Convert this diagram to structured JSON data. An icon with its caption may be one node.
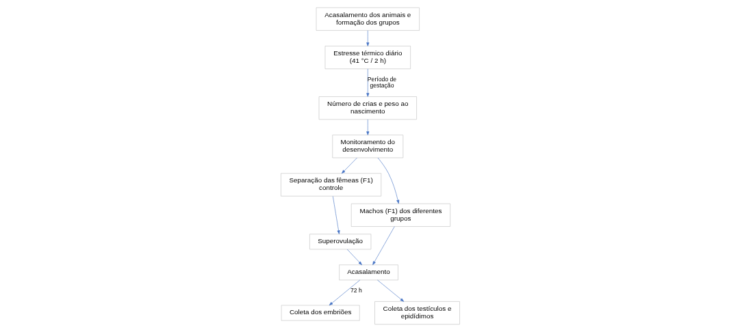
{
  "diagram": {
    "nodes": [
      {
        "text": [
          "Acasalamento dos animais e formação dos grupos"
        ]
      },
      {
        "text": [
          "Estresse térmico diário (41 °C / 2 h)"
        ]
      },
      {
        "text": [
          "Número de crias e peso ao nascimento"
        ]
      },
      {
        "text": [
          "Monitoramento do desenvolvimento"
        ]
      },
      {
        "text": [
          "Separação das fêmeas (F1) controle"
        ]
      },
      {
        "text": [
          "Superovulação"
        ]
      },
      {
        "text": [
          "Machos (F1) dos diferentes grupos"
        ]
      },
      {
        "text": [
          "Acasalamento"
        ]
      },
      {
        "text": [
          "Coleta dos embriões"
        ]
      },
      {
        "text": [
          "Coleta dos testículos e epidídimos"
        ]
      }
    ],
    "edges": [
      {
        "from": 0,
        "to": 1,
        "arrow": "to"
      },
      {
        "from": 1,
        "to": 2,
        "arrow": "to",
        "label": "Período de gestação"
      },
      {
        "from": 2,
        "to": 3,
        "arrow": "to"
      },
      {
        "from": 3,
        "to": 4,
        "arrow": "to"
      },
      {
        "from": 4,
        "to": 5,
        "arrow": "to"
      },
      {
        "from": 3,
        "to": 6,
        "arrow": "to"
      },
      {
        "from": 5,
        "to": 7,
        "arrow": "to"
      },
      {
        "from": 6,
        "to": 7,
        "arrow": "to"
      },
      {
        "from": 7,
        "to": 8,
        "arrow": "to",
        "label": "72 h"
      },
      {
        "from": 7,
        "to": 9,
        "arrow": "to"
      }
    ]
  }
}
